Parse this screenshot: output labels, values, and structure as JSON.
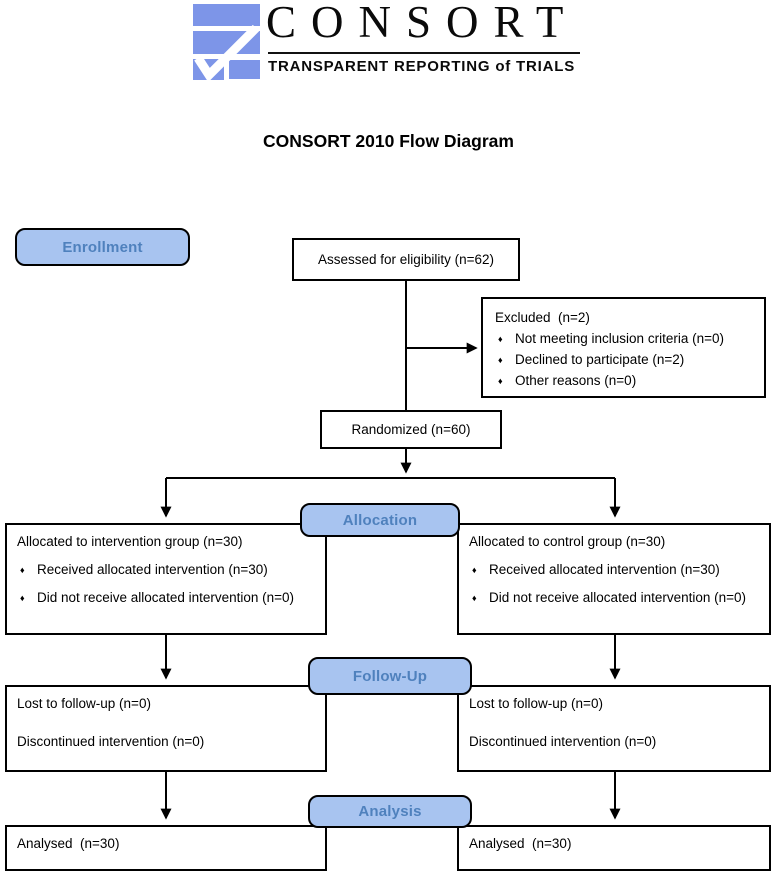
{
  "header": {
    "logo_text": "CONSORT",
    "logo_subtitle": "TRANSPARENT REPORTING of TRIALS",
    "title": "CONSORT 2010 Flow Diagram"
  },
  "colors": {
    "logo_blue": "#7d95e8",
    "stage_pill_fill": "#a8c4f0",
    "stage_pill_text": "#4f81bd",
    "box_border": "#000000"
  },
  "bullet_char": "♦",
  "stages": {
    "enrollment": "Enrollment",
    "allocation": "Allocation",
    "followup": "Follow-Up",
    "analysis": "Analysis"
  },
  "boxes": {
    "assessed": {
      "text": "Assessed for eligibility (n=62)"
    },
    "excluded": {
      "title": "Excluded  (n=2)",
      "items": [
        "Not meeting inclusion criteria (n=0)",
        "Declined to participate (n=2)",
        "Other reasons (n=0)"
      ]
    },
    "randomized": {
      "text": "Randomized (n=60)"
    },
    "alloc_left": {
      "title": "Allocated to intervention group (n=30)",
      "items": [
        "Received allocated intervention (n=30)",
        "Did not receive allocated intervention (n=0)"
      ]
    },
    "alloc_right": {
      "title": "Allocated to control group (n=30)",
      "items": [
        "Received allocated intervention (n=30)",
        "Did not receive allocated intervention (n=0)"
      ]
    },
    "fu_left": {
      "lines": [
        "Lost to follow-up (n=0)",
        "Discontinued intervention (n=0)"
      ]
    },
    "fu_right": {
      "lines": [
        "Lost to follow-up (n=0)",
        "Discontinued intervention (n=0)"
      ]
    },
    "an_left": {
      "text": "Analysed  (n=30)"
    },
    "an_right": {
      "text": "Analysed  (n=30)"
    }
  }
}
